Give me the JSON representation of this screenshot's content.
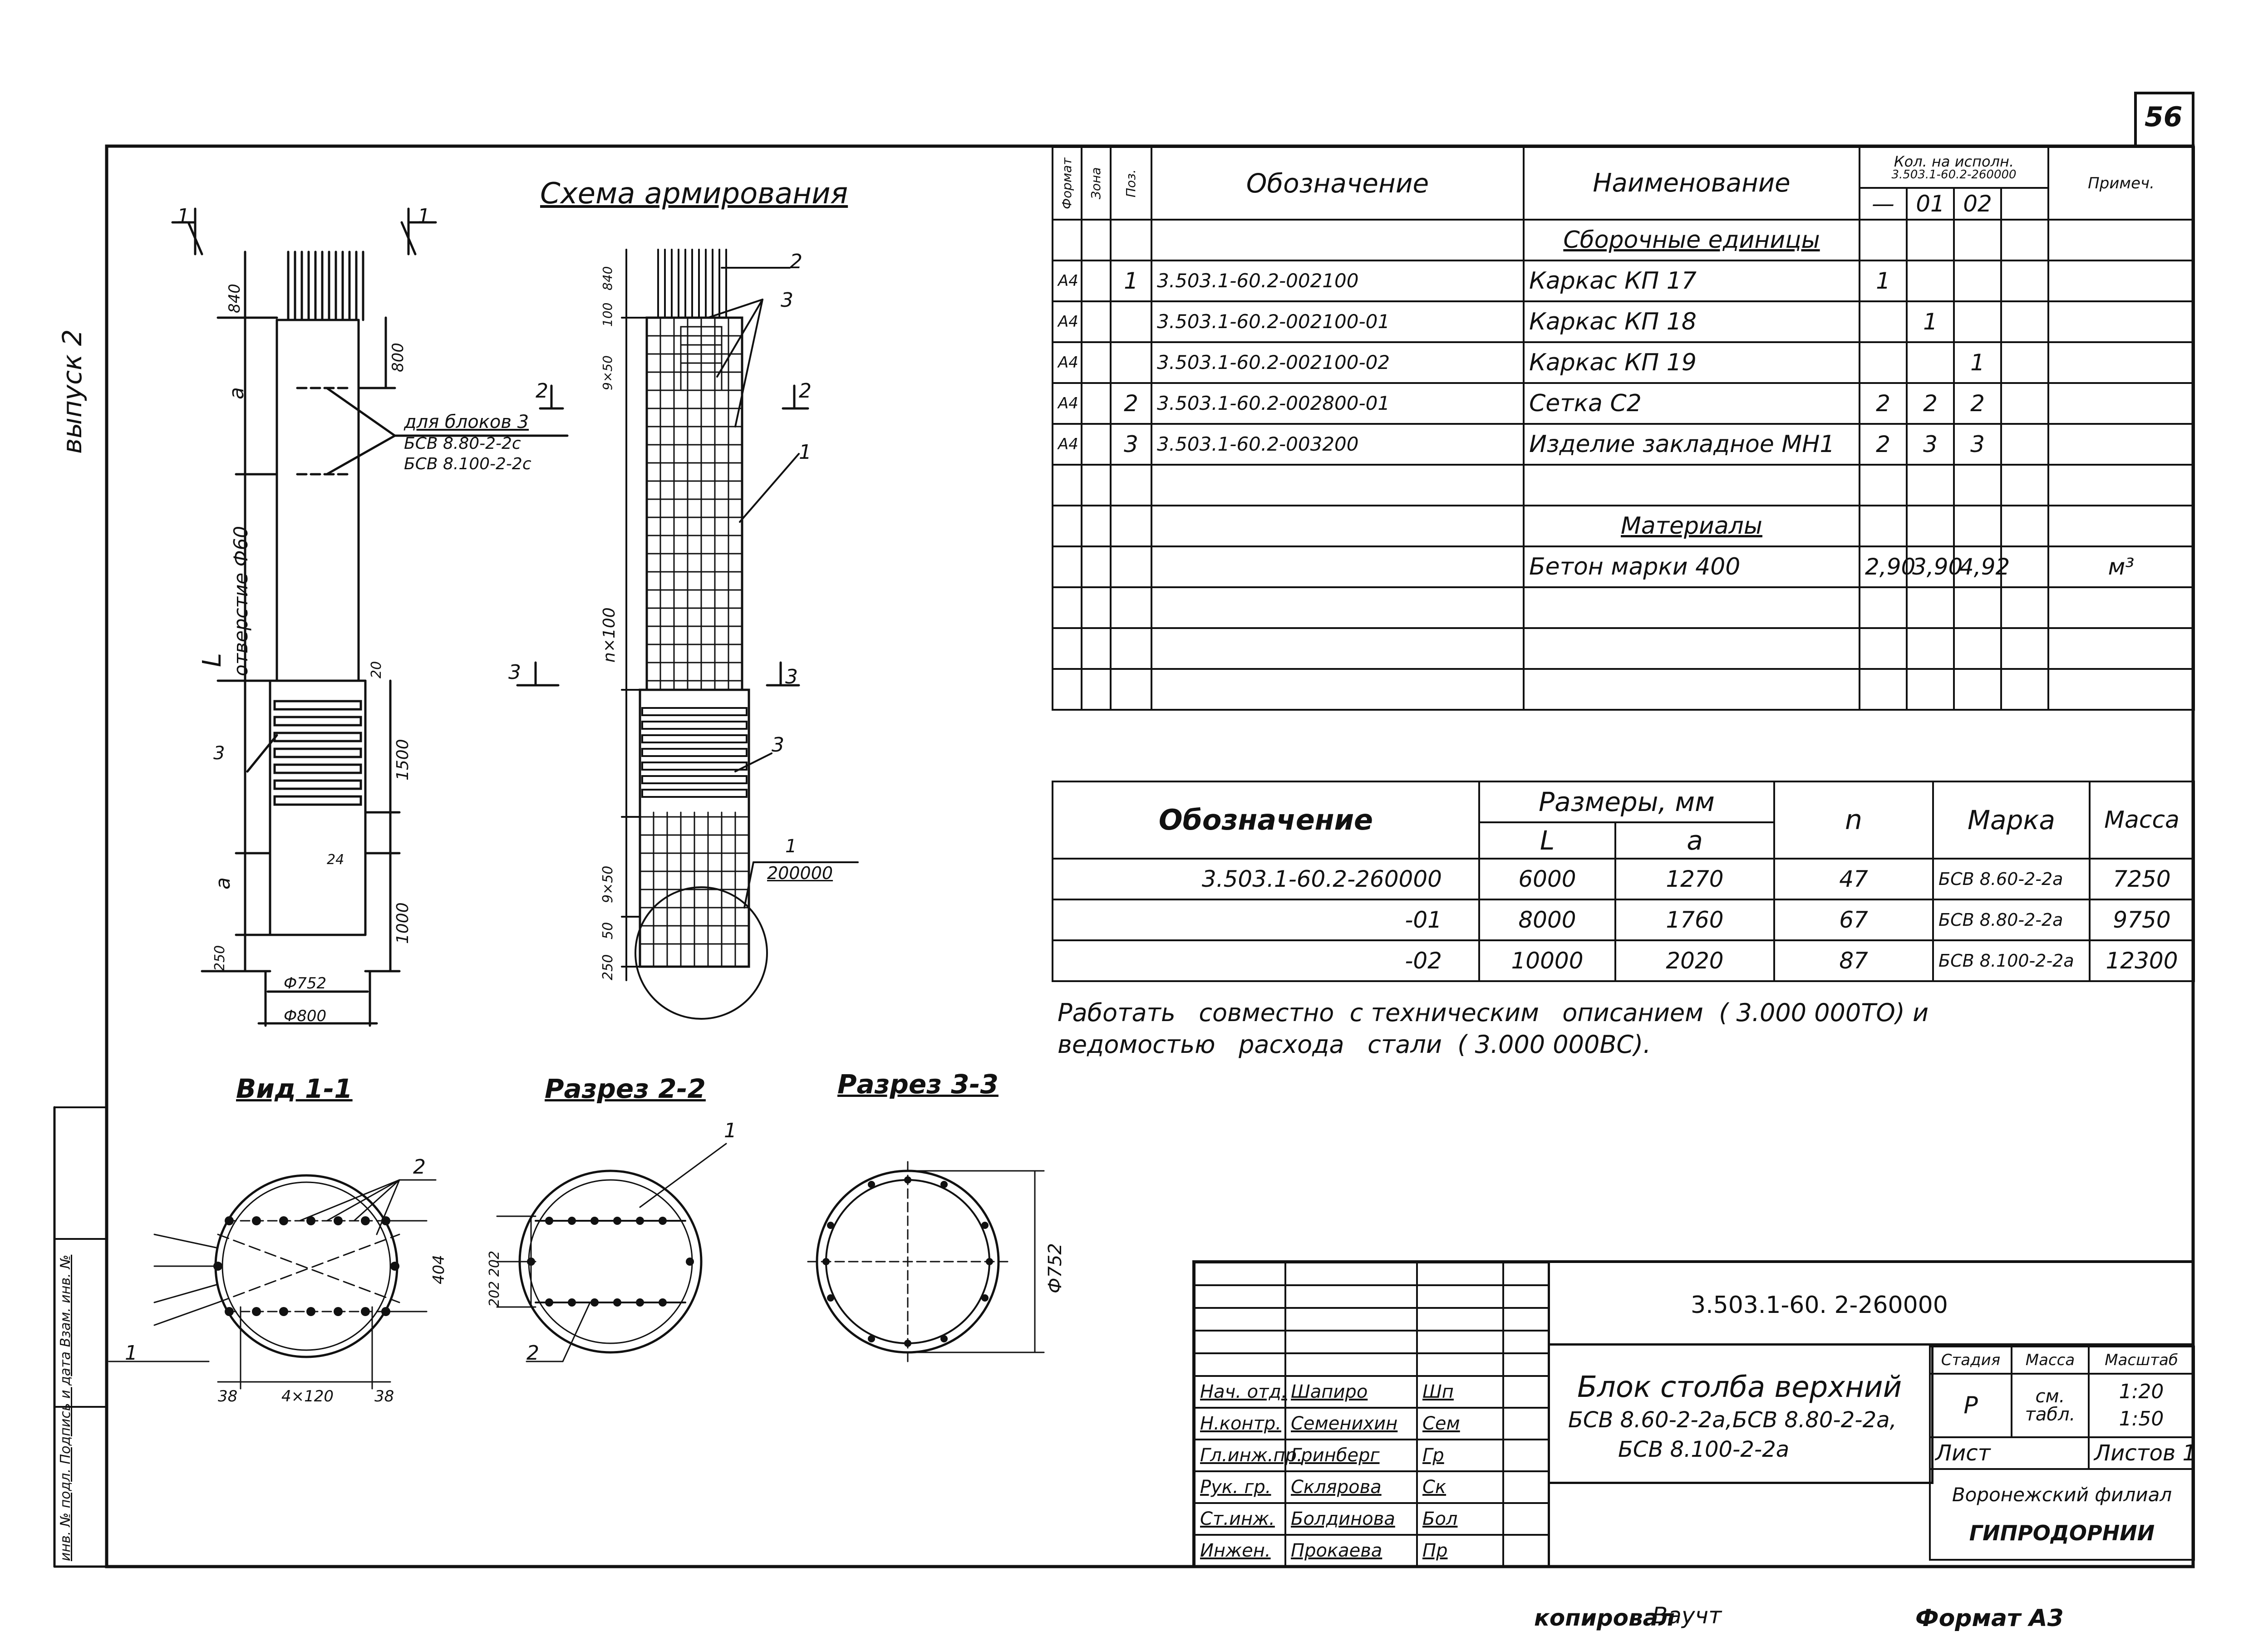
{
  "sheet": {
    "page_number": "56",
    "vypusk": "выпуск 2",
    "left_margin_note": "инв. № подл. Подпись и дата Взам. инв. №",
    "kopiroval_label": "копировал",
    "kopiroval_signature": "Ваучт",
    "format_label": "Формат А3"
  },
  "drawing": {
    "scheme_title": "Схема армирования",
    "view11_title": "Вид 1-1",
    "section22_title": "Разрез 2-2",
    "section33_title": "Разрез 3-3",
    "callout_for_blocks": "для блоков 3",
    "callout_bcb80": "БСВ 8.80-2-2с",
    "callout_bcb100": "БСВ 8.100-2-2с",
    "hole_label": "отверстие Ф60",
    "length_label": "L",
    "dim_840": "840",
    "dim_800": "800",
    "dim_a1": "а",
    "dim_a2": "а",
    "dim_20": "20",
    "dim_1500": "1500",
    "dim_24": "24",
    "dim_1000": "1000",
    "dim_250": "250",
    "dim_d752": "Ф752",
    "dim_d800": "Ф800",
    "dim_n100": "n×100",
    "dim_9x50_top": "9×50",
    "dim_100_top": "100",
    "dim_840_top": "840",
    "dim_9x50_bot": "9×50",
    "dim_50": "50",
    "dim_250_b": "250",
    "mark_1": "1",
    "mark_2": "2",
    "mark_3": "3",
    "ref_200000": "200000",
    "dim_404": "404",
    "dim_38a": "38",
    "dim_4x120": "4×120",
    "dim_38b": "38",
    "dim_202": "202 202",
    "dim_d752_sec": "Ф752"
  },
  "spec_table": {
    "headers": {
      "format": "Формат",
      "zone": "Зона",
      "pos": "Поз.",
      "designation": "Обозначение",
      "name": "Наименование",
      "qty_title": "Кол. на исполн.",
      "qty_doc": "3.503.1-60.2-260000",
      "col_dash": "—",
      "col_01": "01",
      "col_02": "02",
      "note": "Примеч."
    },
    "rows": [
      {
        "format": "",
        "zone": "",
        "pos": "",
        "designation": "",
        "name": "Сборочные единицы",
        "q0": "",
        "q1": "",
        "q2": "",
        "note": ""
      },
      {
        "format": "А4",
        "zone": "",
        "pos": "1",
        "designation": "3.503.1-60.2-002100",
        "name": "Каркас КП 17",
        "q0": "1",
        "q1": "",
        "q2": "",
        "note": ""
      },
      {
        "format": "А4",
        "zone": "",
        "pos": "",
        "designation": "3.503.1-60.2-002100-01",
        "name": "Каркас КП 18",
        "q0": "",
        "q1": "1",
        "q2": "",
        "note": ""
      },
      {
        "format": "А4",
        "zone": "",
        "pos": "",
        "designation": "3.503.1-60.2-002100-02",
        "name": "Каркас КП 19",
        "q0": "",
        "q1": "",
        "q2": "1",
        "note": ""
      },
      {
        "format": "А4",
        "zone": "",
        "pos": "2",
        "designation": "3.503.1-60.2-002800-01",
        "name": "Сетка С2",
        "q0": "2",
        "q1": "2",
        "q2": "2",
        "note": ""
      },
      {
        "format": "А4",
        "zone": "",
        "pos": "3",
        "designation": "3.503.1-60.2-003200",
        "name": "Изделие закладное МН1",
        "q0": "2",
        "q1": "3",
        "q2": "3",
        "note": ""
      },
      {
        "format": "",
        "zone": "",
        "pos": "",
        "designation": "",
        "name": "",
        "q0": "",
        "q1": "",
        "q2": "",
        "note": ""
      },
      {
        "format": "",
        "zone": "",
        "pos": "",
        "designation": "",
        "name": "Материалы",
        "q0": "",
        "q1": "",
        "q2": "",
        "note": ""
      },
      {
        "format": "",
        "zone": "",
        "pos": "",
        "designation": "",
        "name": "Бетон марки 400",
        "q0": "2,90",
        "q1": "3,90",
        "q2": "4,92",
        "note": "м³"
      },
      {
        "format": "",
        "zone": "",
        "pos": "",
        "designation": "",
        "name": "",
        "q0": "",
        "q1": "",
        "q2": "",
        "note": ""
      },
      {
        "format": "",
        "zone": "",
        "pos": "",
        "designation": "",
        "name": "",
        "q0": "",
        "q1": "",
        "q2": "",
        "note": ""
      },
      {
        "format": "",
        "zone": "",
        "pos": "",
        "designation": "",
        "name": "",
        "q0": "",
        "q1": "",
        "q2": "",
        "note": ""
      }
    ]
  },
  "size_table": {
    "headers": {
      "designation": "Обозначение",
      "sizes": "Размеры, мм",
      "L": "L",
      "a": "а",
      "n": "n",
      "mark": "Марка",
      "mass": "Масса"
    },
    "rows": [
      {
        "designation": "3.503.1-60.2-260000",
        "L": "6000",
        "a": "1270",
        "n": "47",
        "mark": "БСВ 8.60-2-2а",
        "mass": "7250"
      },
      {
        "designation": "-01",
        "L": "8000",
        "a": "1760",
        "n": "67",
        "mark": "БСВ 8.80-2-2а",
        "mass": "9750"
      },
      {
        "designation": "-02",
        "L": "10000",
        "a": "2020",
        "n": "87",
        "mark": "БСВ 8.100-2-2а",
        "mass": "12300"
      }
    ]
  },
  "note_text": {
    "line1": "Работать   совместно  с техническим   описанием  ( 3.000 000ТО) и",
    "line2": "ведомостью   расхода   стали  ( 3.000 000ВС)."
  },
  "title_block": {
    "doc_code": "3.503.1-60. 2-260000",
    "title_line1": "Блок столба верхний",
    "title_line2": "БСВ 8.60-2-2а,БСВ 8.80-2-2а,",
    "title_line3": "БСВ 8.100-2-2а",
    "stage_label": "Стадия",
    "mass_label": "Масса",
    "scale_label": "Масштаб",
    "stage_value": "Р",
    "mass_value": "см. табл.",
    "scale_value1": "1:20",
    "scale_value2": "1:50",
    "sheet_label": "Лист",
    "sheets_label": "Листов 1",
    "org_line1": "Воронежский филиал",
    "org_line2": "ГИПРОДОРНИИ",
    "people": [
      {
        "role": "Нач. отд.",
        "name": "Шапиро",
        "sign": "Шп"
      },
      {
        "role": "Н.контр.",
        "name": "Семенихин",
        "sign": "Сем"
      },
      {
        "role": "Гл.инж.пр.",
        "name": "Гринберг",
        "sign": "Гр"
      },
      {
        "role": "Рук. гр.",
        "name": "Склярова",
        "sign": "Ск"
      },
      {
        "role": "Ст.инж.",
        "name": "Болдинова",
        "sign": "Бол"
      },
      {
        "role": "Инжен.",
        "name": "Прокаева",
        "sign": "Пр"
      }
    ]
  }
}
